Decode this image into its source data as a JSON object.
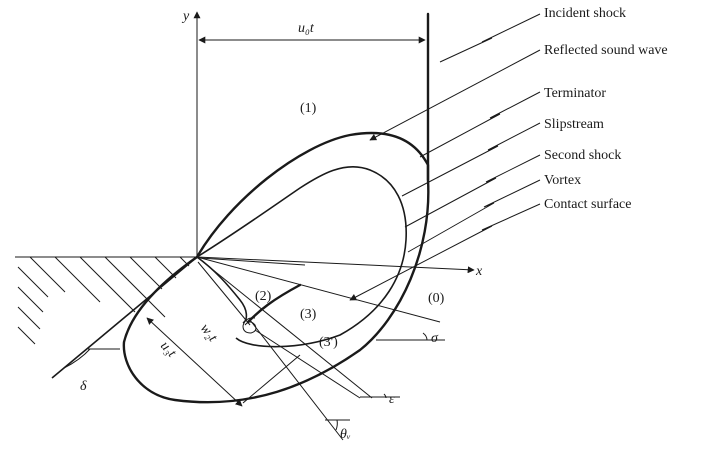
{
  "labels": {
    "incident_shock": "Incident shock",
    "reflected_sound_wave": "Reflected sound wave",
    "terminator": "Terminator",
    "slipstream": "Slipstream",
    "second_shock": "Second shock",
    "vortex": "Vortex",
    "contact_surface": "Contact surface"
  },
  "axes": {
    "x": "x",
    "y": "y"
  },
  "regions": {
    "r1": "(1)",
    "r0": "(0)",
    "r2": "(2)",
    "r3": "(3)",
    "r3p": "(3')"
  },
  "dimensions": {
    "u0t": "u₀t",
    "w2t": "w₂t",
    "u3t": "u₃t"
  },
  "angles": {
    "sigma": "σ",
    "epsilon": "ε",
    "delta": "δ",
    "theta_v": "θᵥ"
  }
}
